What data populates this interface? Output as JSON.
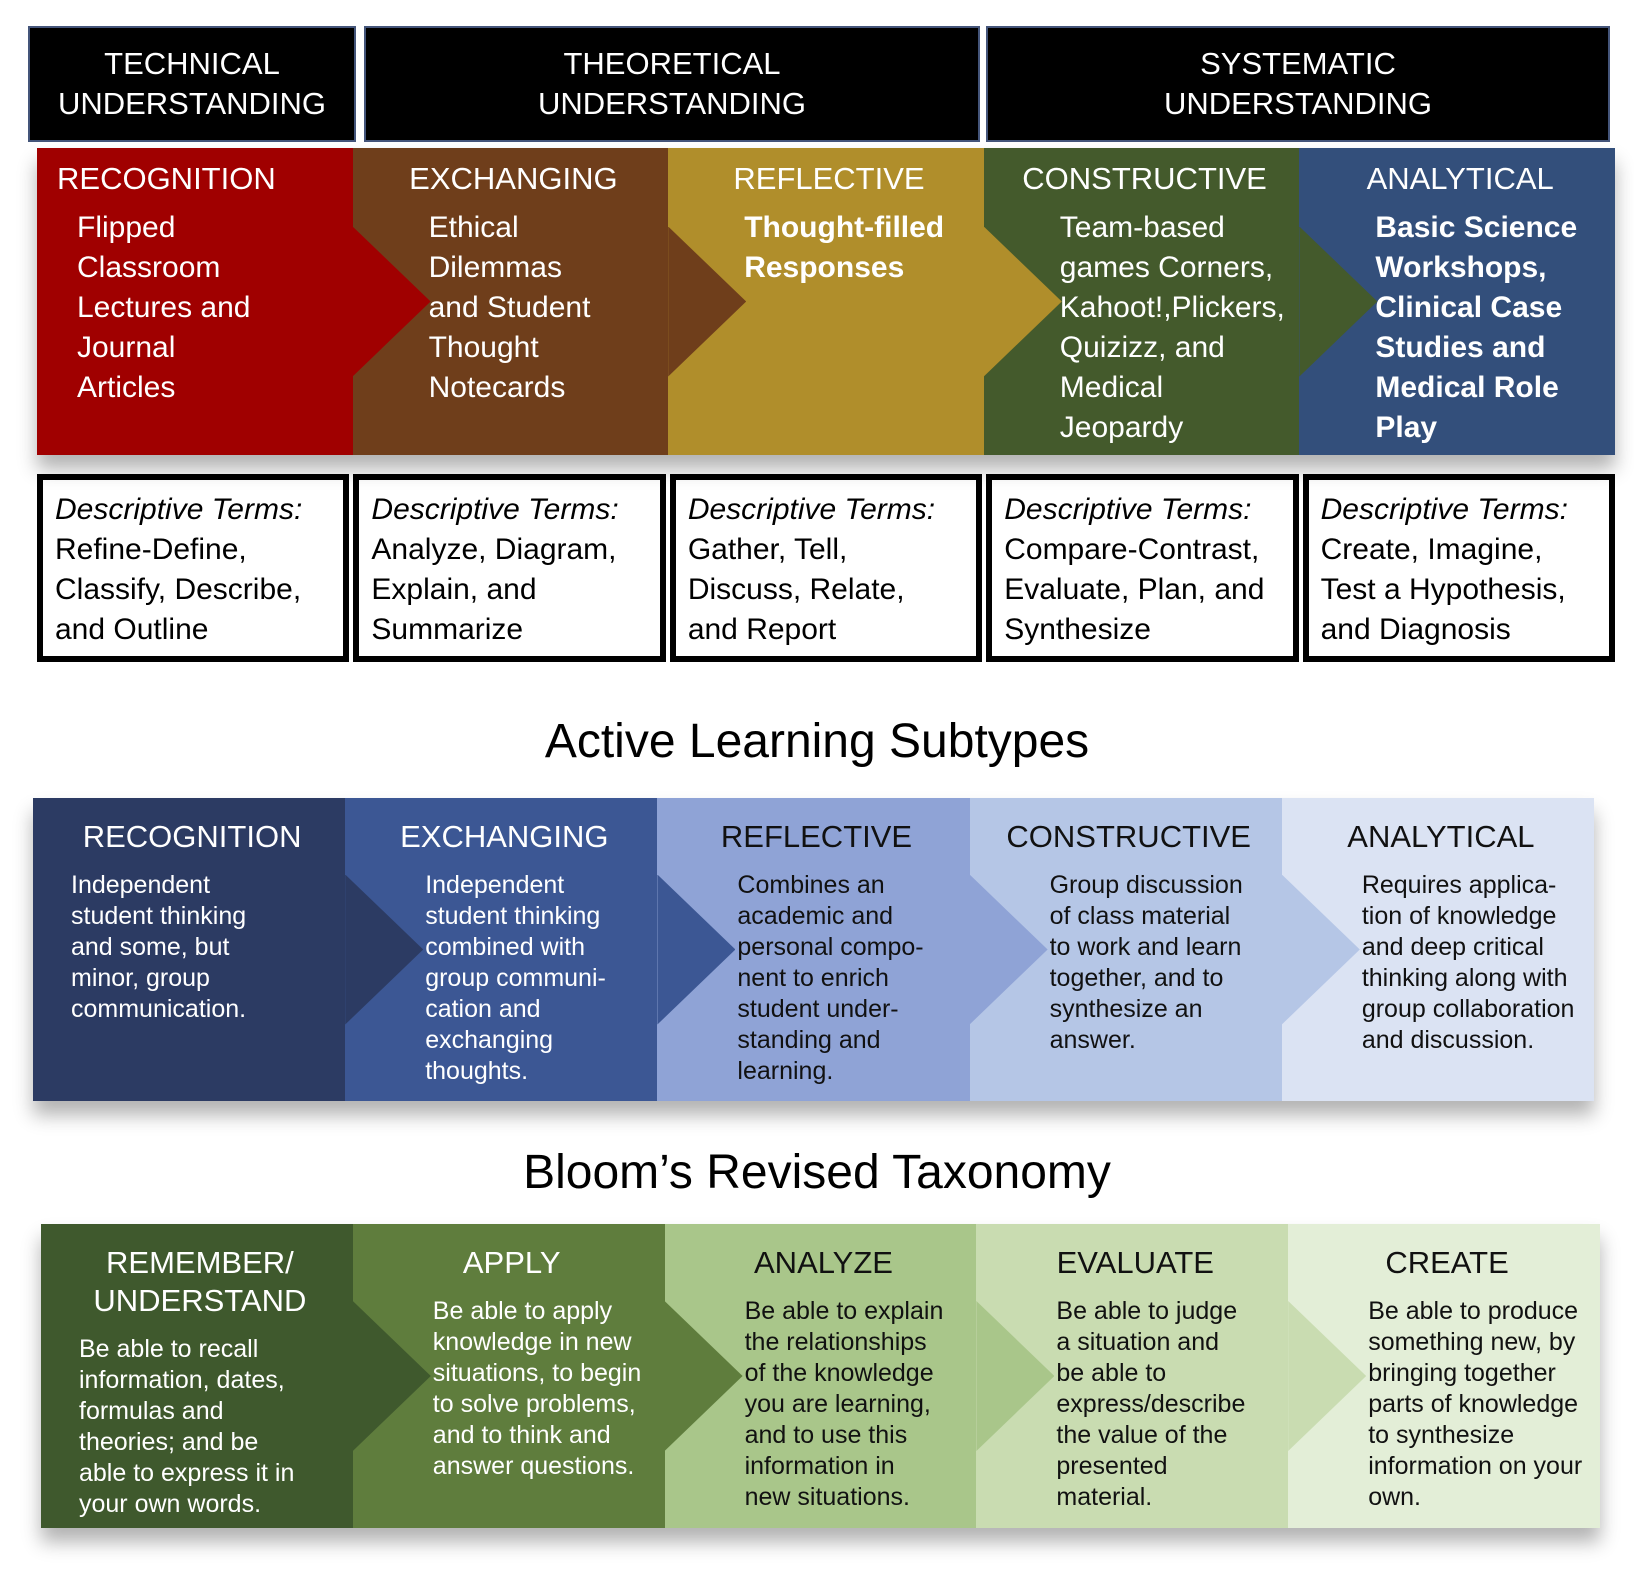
{
  "headers": [
    "TECHNICAL\nUNDERSTANDING",
    "THEORETICAL\nUNDERSTANDING",
    "SYSTEMATIC\nUNDERSTANDING"
  ],
  "top_row": [
    {
      "title": "RECOGNITION",
      "body": "Flipped\nClassroom\nLectures and\nJournal\nArticles",
      "color": "#a00000"
    },
    {
      "title": "EXCHANGING",
      "body": "Ethical\nDilemmas\nand Student\nThought\nNotecards",
      "color": "#6f3e1b"
    },
    {
      "title": "REFLECTIVE",
      "body": "Thought-filled\nResponses",
      "color": "#b08e2b"
    },
    {
      "title": "CONSTRUCTIVE",
      "body": "Team-based\ngames Corners,\nKahoot!,Plickers,\nQuizizz, and\nMedical\nJeopardy",
      "color": "#445a2c"
    },
    {
      "title": "ANALYTICAL",
      "body": "Basic Science\nWorkshops,\nClinical Case\nStudies and\nMedical Role\nPlay",
      "color": "#334f7b"
    }
  ],
  "descriptive_label": "Descriptive Terms:",
  "descriptive": [
    "Refine-Define,\nClassify, Describe,\nand Outline",
    "Analyze, Diagram,\nExplain, and\nSummarize",
    "Gather, Tell,\nDiscuss, Relate,\nand Report",
    "Compare-Contrast,\nEvaluate, Plan, and\nSynthesize",
    "Create, Imagine,\nTest a Hypothesis,\nand Diagnosis"
  ],
  "subtypes_title": "Active Learning Subtypes",
  "subtypes": [
    {
      "title": "RECOGNITION",
      "body": "Independent\nstudent thinking\nand some, but\nminor, group\ncommunication.",
      "color": "#2c3b63",
      "text": "#ffffff"
    },
    {
      "title": "EXCHANGING",
      "body": "Independent\nstudent thinking\ncombined with\ngroup communi-\ncation and\nexchanging\nthoughts.",
      "color": "#3c5794",
      "text": "#ffffff"
    },
    {
      "title": "REFLECTIVE",
      "body": "Combines an\nacademic and\npersonal compo-\nnent to enrich\nstudent under-\nstanding and\nlearning.",
      "color": "#8fa3d6",
      "text": "#111111"
    },
    {
      "title": "CONSTRUCTIVE",
      "body": "Group discussion\nof class material\nto work and learn\ntogether, and to\nsynthesize an\nanswer.",
      "color": "#b5c6e6",
      "text": "#111111"
    },
    {
      "title": "ANALYTICAL",
      "body": "Requires applica-\ntion of knowledge\nand deep critical\nthinking along with\ngroup collaboration\nand discussion.",
      "color": "#dbe3f3",
      "text": "#111111"
    }
  ],
  "bloom_title": "Bloom’s Revised Taxonomy",
  "bloom": [
    {
      "title": "REMEMBER/\nUNDERSTAND",
      "body": "Be able to recall\ninformation, dates,\nformulas and\ntheories; and be\nable to express it in\nyour own words.",
      "color": "#3f592d",
      "text": "#ffffff"
    },
    {
      "title": "APPLY",
      "body": "Be able to apply\nknowledge in new\nsituations, to begin\nto solve problems,\nand to think and\nanswer questions.",
      "color": "#5f7d3d",
      "text": "#ffffff"
    },
    {
      "title": "ANALYZE",
      "body": "Be able to explain\nthe relationships\nof the knowledge\nyou are learning,\nand to use this\ninformation in\nnew situations.",
      "color": "#a9c68a",
      "text": "#111111"
    },
    {
      "title": "EVALUATE",
      "body": "Be able to judge\na situation and\nbe able to\nexpress/describe\nthe value of the\npresented\nmaterial.",
      "color": "#c9dcb1",
      "text": "#111111"
    },
    {
      "title": "CREATE",
      "body": "Be able to produce\nsomething new, by\nbringing together\nparts of knowledge\nto synthesize\ninformation on your\nown.",
      "color": "#e3eed7",
      "text": "#111111"
    }
  ]
}
